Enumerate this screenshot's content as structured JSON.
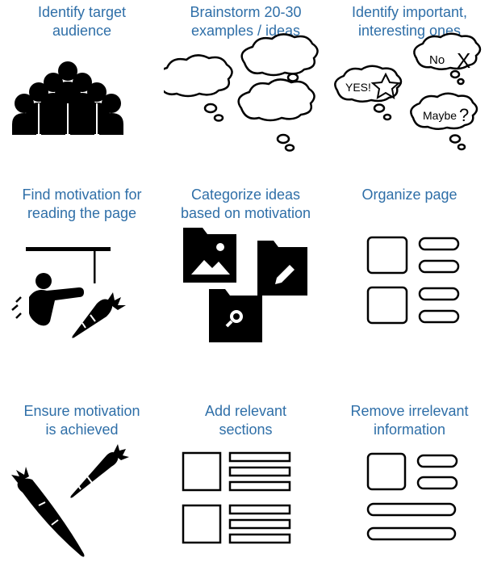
{
  "steps": [
    {
      "line1": "Identify target",
      "line2": "audience",
      "icon": "people-group-icon"
    },
    {
      "line1": "Brainstorm 20-30",
      "line2": "examples / ideas",
      "icon": "thought-clouds-icon"
    },
    {
      "line1": "Identify important,",
      "line2": "interesting ones",
      "icon": "thought-clouds-labeled-icon",
      "bubbles": {
        "yes": "YES!",
        "no": "No",
        "no_mark": "X",
        "maybe": "Maybe",
        "maybe_mark": "?"
      }
    },
    {
      "line1": "Find motivation for",
      "line2": "reading the page",
      "icon": "carrot-on-stick-icon"
    },
    {
      "line1": "Categorize ideas",
      "line2": "based on motivation",
      "icon": "folders-icon"
    },
    {
      "line1": "Organize page",
      "line2": "",
      "icon": "page-layout-icon"
    },
    {
      "line1": "Ensure motivation",
      "line2": "is achieved",
      "icon": "carrots-icon"
    },
    {
      "line1": "Add relevant",
      "line2": "sections",
      "icon": "sections-layout-icon"
    },
    {
      "line1": "Remove irrelevant",
      "line2": "information",
      "icon": "reduced-layout-icon"
    }
  ]
}
